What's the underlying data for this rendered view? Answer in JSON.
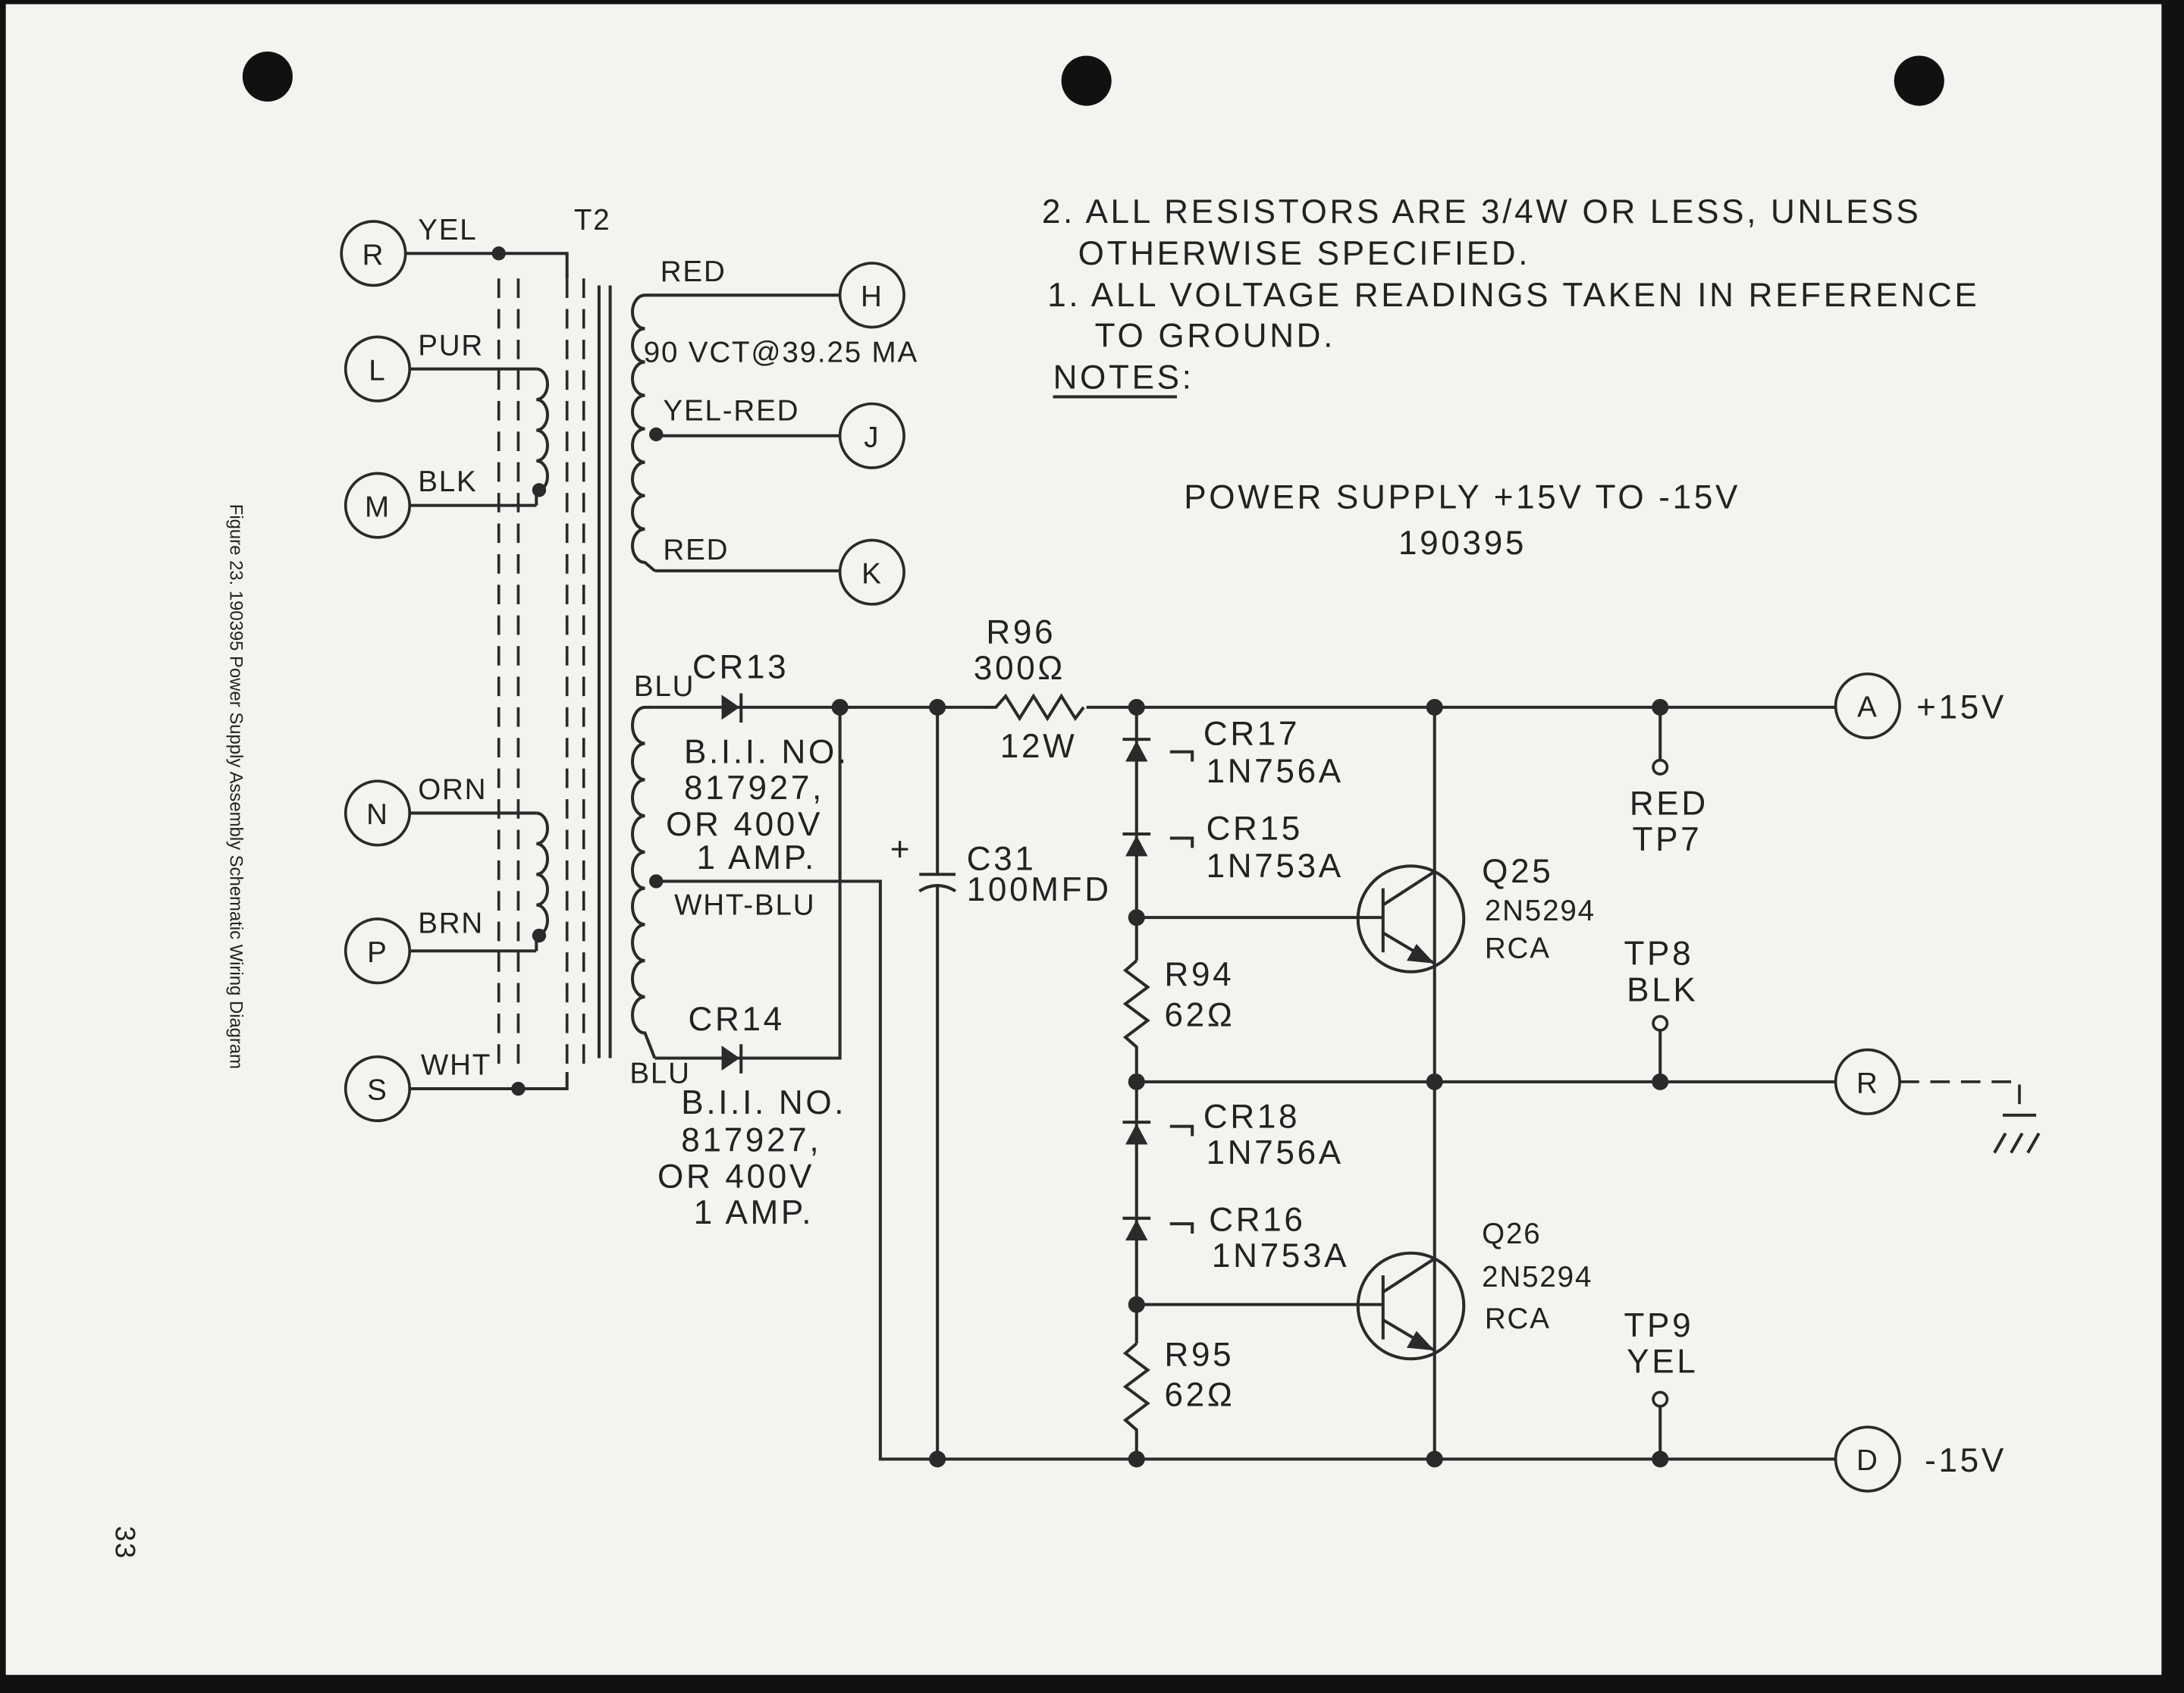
{
  "caption": "Figure 23.  190395 Power Supply Assembly Schematic Wiring Diagram",
  "page_number": "33",
  "title": {
    "line1": "POWER SUPPLY +15V TO -15V",
    "line2": "190395"
  },
  "notes": {
    "heading": "NOTES:",
    "note1a": "1. ALL VOLTAGE READINGS TAKEN IN REFERENCE",
    "note1b": "TO GROUND.",
    "note2a": "2. ALL RESISTORS ARE 3/4W OR LESS, UNLESS",
    "note2b": "OTHERWISE SPECIFIED."
  },
  "connectors": {
    "R": "R",
    "L": "L",
    "M": "M",
    "N": "N",
    "P": "P",
    "S": "S",
    "H": "H",
    "J": "J",
    "K": "K",
    "A": "A",
    "R2": "R",
    "D": "D"
  },
  "wires": {
    "yel": "YEL",
    "pur": "PUR",
    "blk": "BLK",
    "orn": "ORN",
    "brn": "BRN",
    "wht": "WHT",
    "red1": "RED",
    "yelred": "YEL-RED",
    "red2": "RED",
    "blu1": "BLU",
    "blu2": "BLU",
    "whtblu": "WHT-BLU"
  },
  "transformer": {
    "name": "T2",
    "rating": "90 VCT@39.25 MA"
  },
  "components": {
    "cr13": "CR13",
    "cr14": "CR14",
    "bii1": [
      "B.I.I. NO.",
      "817927,",
      "OR 400V",
      "1 AMP."
    ],
    "bii2": [
      "B.I.I. NO.",
      "817927,",
      "OR 400V",
      "1 AMP."
    ],
    "r96": {
      "name": "R96",
      "value": "300Ω",
      "power": "12W"
    },
    "c31": {
      "name": "C31",
      "value": "100MFD",
      "polarity": "+"
    },
    "cr17": {
      "name": "CR17",
      "part": "1N756A"
    },
    "cr15": {
      "name": "CR15",
      "part": "1N753A"
    },
    "cr18": {
      "name": "CR18",
      "part": "1N756A"
    },
    "cr16": {
      "name": "CR16",
      "part": "1N753A"
    },
    "r94": {
      "name": "R94",
      "value": "62Ω"
    },
    "r95": {
      "name": "R95",
      "value": "62Ω"
    },
    "q25": {
      "name": "Q25",
      "part": "2N5294",
      "mfr": "RCA"
    },
    "q26": {
      "name": "Q26",
      "part": "2N5294",
      "mfr": "RCA"
    },
    "tp7": {
      "color": "RED",
      "name": "TP7"
    },
    "tp8": {
      "name": "TP8",
      "color": "BLK"
    },
    "tp9": {
      "name": "TP9",
      "color": "YEL"
    }
  },
  "outputs": {
    "plus": "+15V",
    "minus": "-15V"
  }
}
